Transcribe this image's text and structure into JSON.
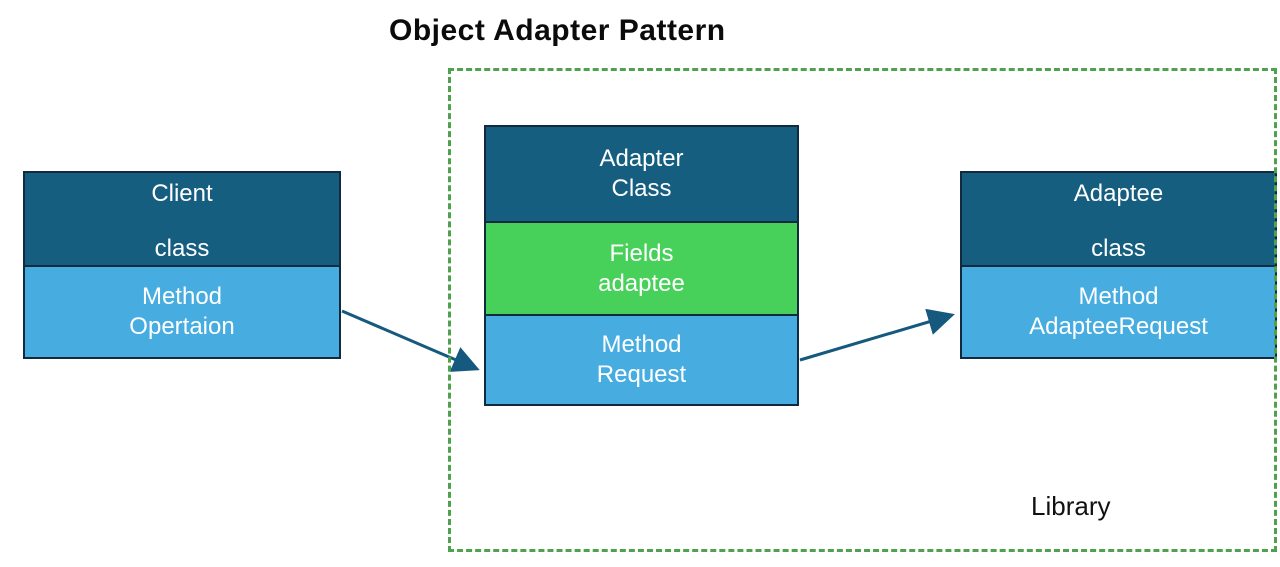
{
  "title": "Object Adapter Pattern",
  "library_label": "Library",
  "client": {
    "name": "Client",
    "stereotype": "class",
    "method_line1": "Method",
    "method_line2": "Opertaion"
  },
  "adapter": {
    "name_line1": "Adapter",
    "name_line2": "Class",
    "fields_line1": "Fields",
    "fields_line2": "adaptee",
    "method_line1": "Method",
    "method_line2": "Request"
  },
  "adaptee": {
    "name": "Adaptee",
    "stereotype": "class",
    "method_line1": "Method",
    "method_line2": "AdapteeRequest"
  },
  "arrows": [
    {
      "from": "client-method-operation",
      "to": "adapter-method-request"
    },
    {
      "from": "adapter-method-request",
      "to": "adaptee-method-adapteerequest"
    }
  ],
  "colors": {
    "header_dark_blue": "#165E80",
    "body_light_blue": "#47ADE0",
    "fields_green": "#48D15A",
    "box_border_navy": "#102B40",
    "library_dashed_green": "#4EA24E",
    "arrow_blue": "#16597E",
    "title_text": "#0b0b0b",
    "box_text": "#ffffff"
  }
}
